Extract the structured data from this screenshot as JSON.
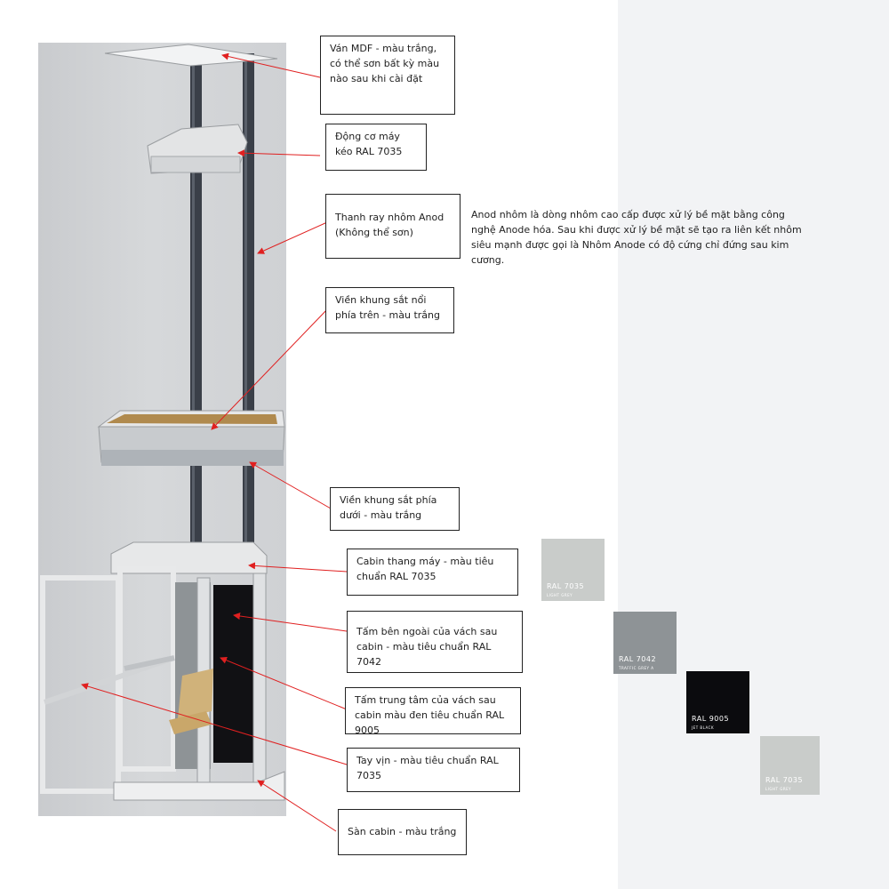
{
  "callouts": [
    {
      "id": "mdf",
      "text": "Ván MDF - màu trắng, có thể sơn bất kỳ màu nào sau khi cài đặt"
    },
    {
      "id": "motor",
      "text": "Động cơ máy kéo RAL 7035"
    },
    {
      "id": "rail",
      "text": "Thanh ray nhôm Anod (Không thể sơn)"
    },
    {
      "id": "top_frame",
      "text": "Viền khung sắt nổi phía trên - màu trắng"
    },
    {
      "id": "bottom_frame",
      "text": "Viền khung sắt phía dưới - màu trắng"
    },
    {
      "id": "cabin",
      "text": "Cabin thang máy - màu tiêu chuẩn RAL 7035"
    },
    {
      "id": "outer_panel",
      "text": "Tấm bên ngoài của vách sau cabin - màu tiêu chuẩn RAL 7042"
    },
    {
      "id": "center_panel",
      "text": "Tấm trung tâm của vách sau cabin màu đen tiêu chuẩn RAL 9005"
    },
    {
      "id": "handrail",
      "text": "Tay vịn - màu tiêu chuẩn RAL 7035"
    },
    {
      "id": "floor",
      "text": "Sàn cabin - màu trắng"
    }
  ],
  "anodize_note": "Anod nhôm là dòng nhôm cao cấp được xử lý bề mặt bằng công nghệ Anode hóa. Sau khi được xử lý bề mặt sẽ tạo ra liên kết nhôm siêu mạnh được gọi là Nhôm Anode có độ cứng chỉ đứng sau kim cương.",
  "swatches": [
    {
      "code": "RAL 7035",
      "name": "LIGHT GREY",
      "color": "#c9ccca",
      "text_color": "#ffffff"
    },
    {
      "code": "RAL 7042",
      "name": "TRAFFIC GREY A",
      "color": "#8e9396",
      "text_color": "#ffffff"
    },
    {
      "code": "RAL 9005",
      "name": "JET BLACK",
      "color": "#0b0b0e",
      "text_color": "#ffffff"
    },
    {
      "code": "RAL 7035",
      "name": "LIGHT GREY",
      "color": "#c9ccca",
      "text_color": "#ffffff"
    }
  ],
  "colors": {
    "arrow": "#e02020",
    "rail": "#3a3f48",
    "frame": "#e6e7e8",
    "cabin": "#dfe1e3",
    "wood": "#b08a4e"
  }
}
